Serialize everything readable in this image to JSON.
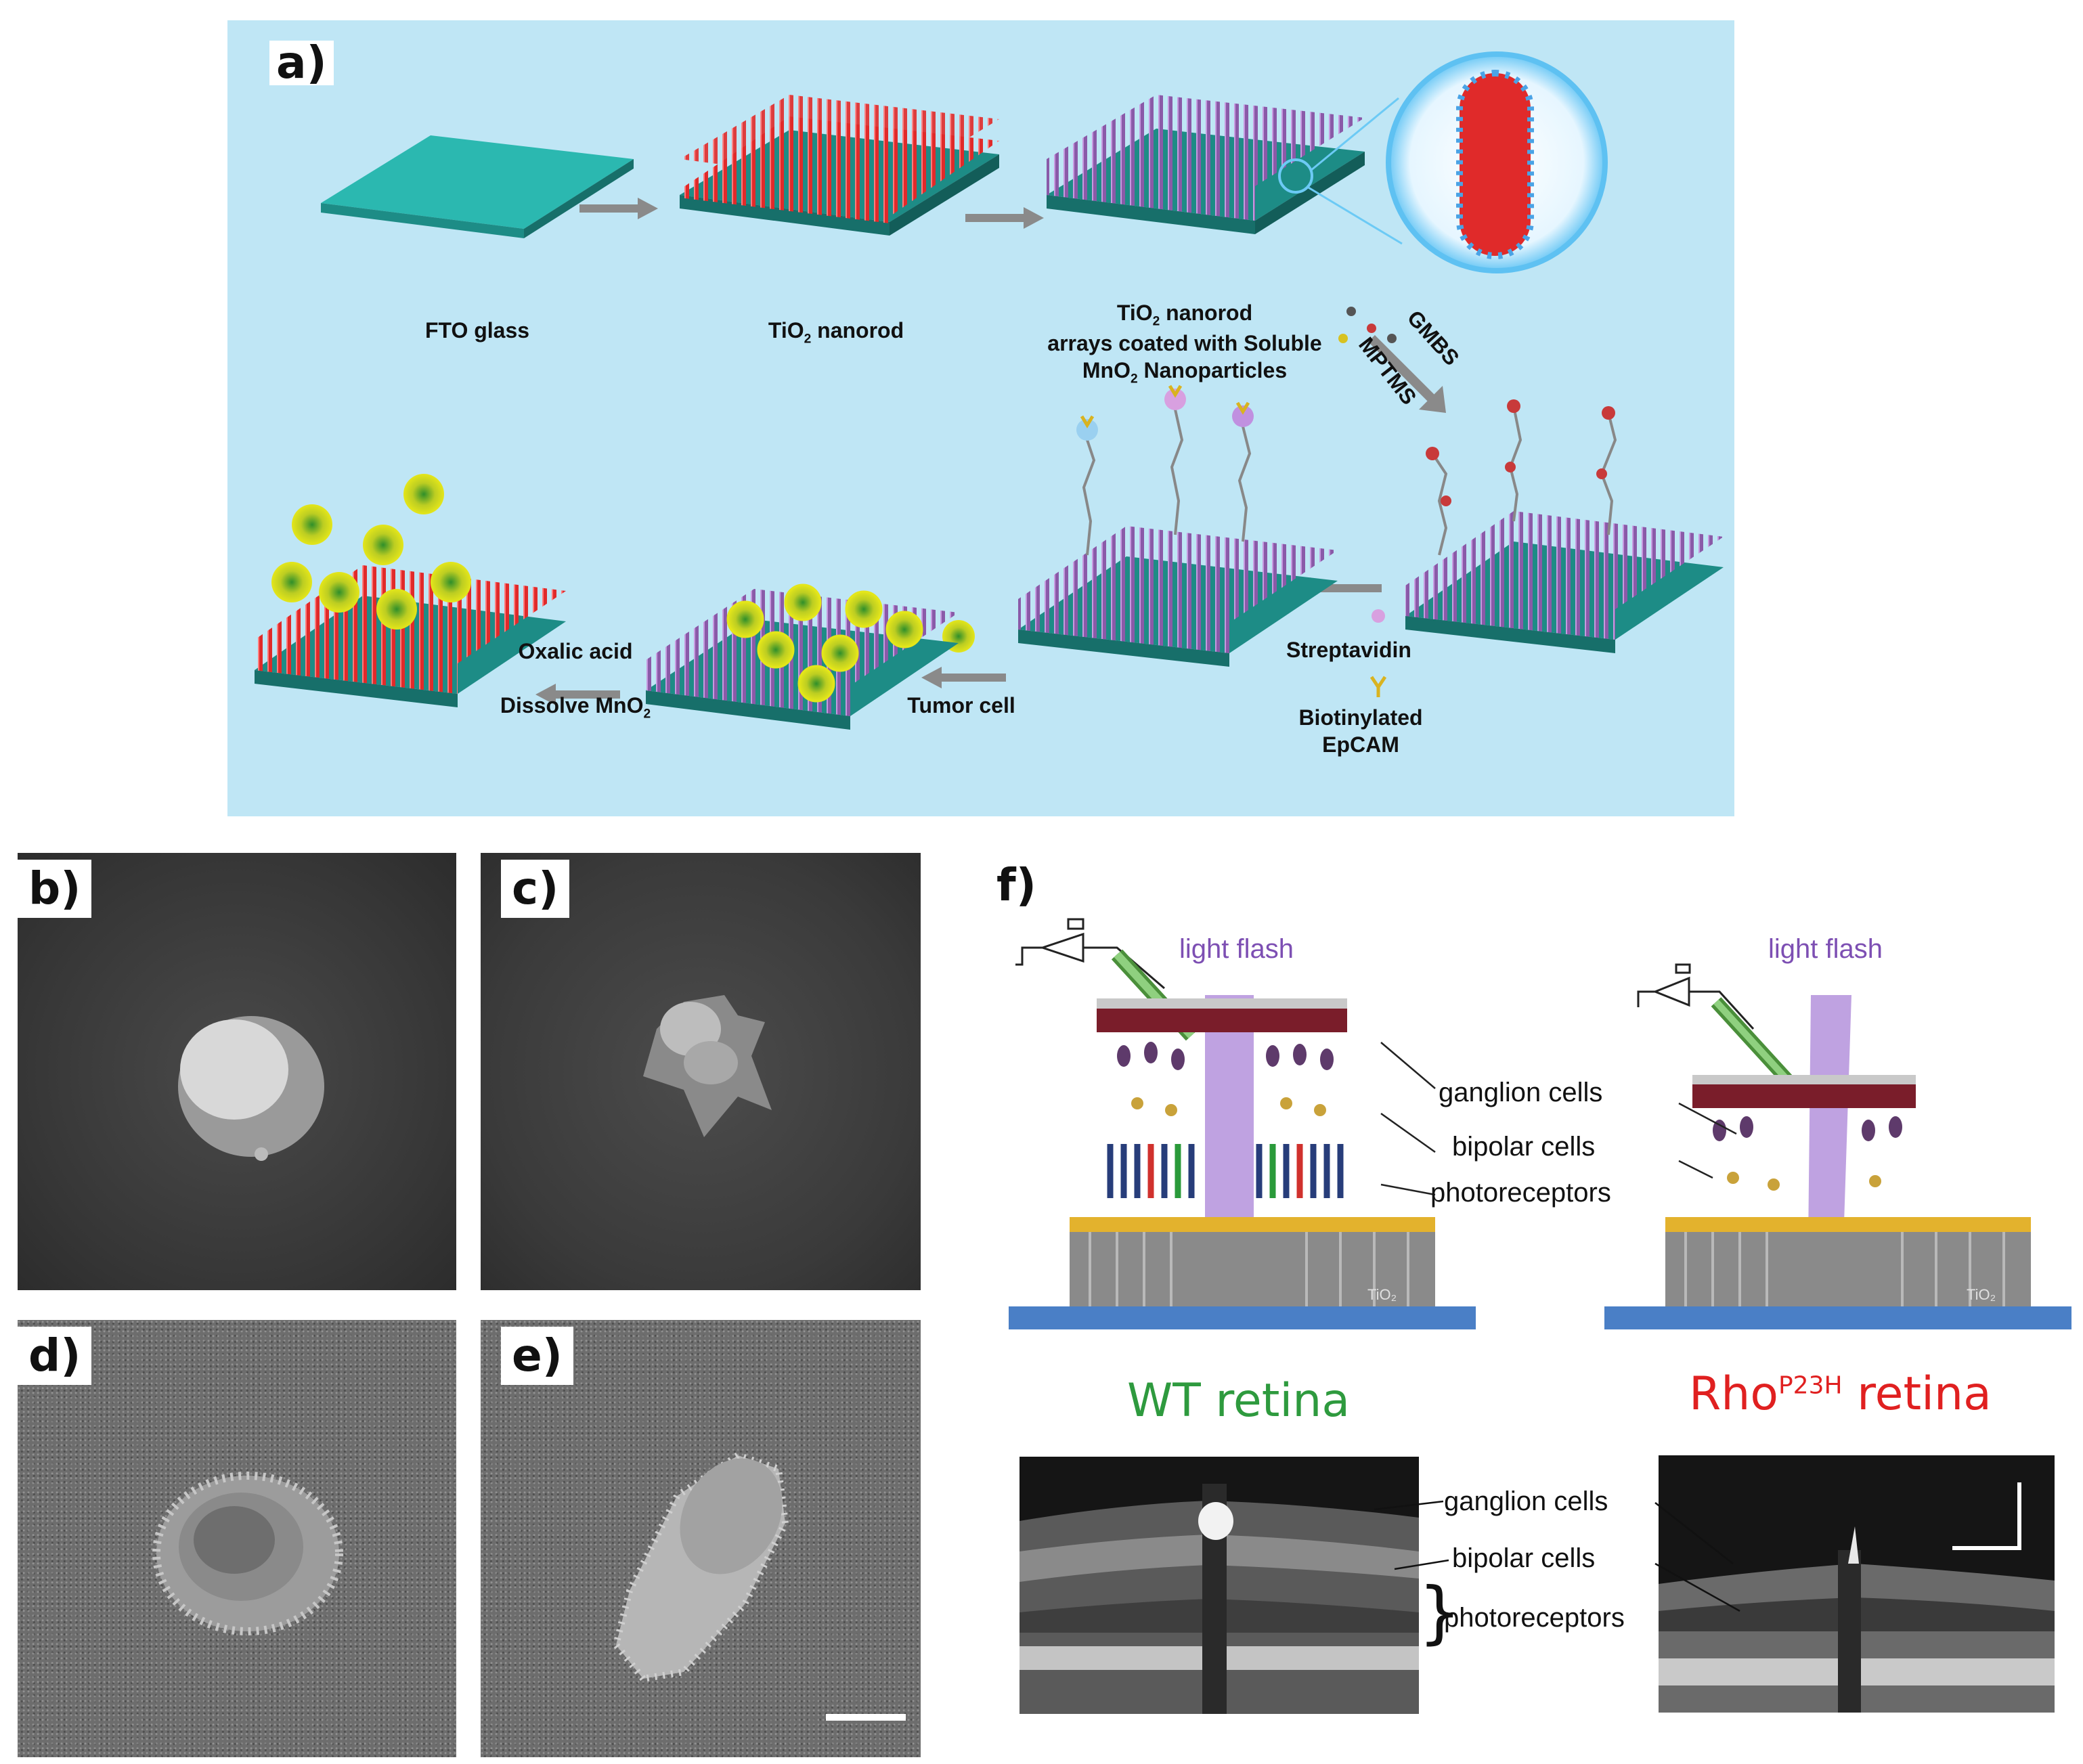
{
  "panels": {
    "a": "a)",
    "b": "b)",
    "c": "c)",
    "d": "d)",
    "e": "e)",
    "f": "f)"
  },
  "panel_a": {
    "fto_glass": "FTO glass",
    "tio2_nanorod_prefix": "TiO",
    "tio2_nanorod_sub": "2",
    "tio2_nanorod_suffix": " nanorod",
    "coated_line1_prefix": "TiO",
    "coated_line1_sub": "2",
    "coated_line1_suffix": " nanorod",
    "coated_line2": "arrays coated with Soluble",
    "coated_line3_prefix": "MnO",
    "coated_line3_sub": "2",
    "coated_line3_suffix": " Nanoparticles",
    "gmbs": "GMBS",
    "mptms": "MPTMS",
    "streptavidin": "Streptavidin",
    "biotinylated": "Biotinylated",
    "epcam": "EpCAM",
    "tumor_cell": "Tumor cell",
    "oxalic_acid": "Oxalic acid",
    "dissolve_prefix": "Dissolve MnO",
    "dissolve_sub": "2",
    "colors": {
      "background": "#bfe6f5",
      "glass": "#2bb8b0",
      "tio2": "#e02a2a",
      "coated": "#8a5aa8",
      "cell": "#c8d11a"
    }
  },
  "panel_f": {
    "light_flash_left": "light flash",
    "light_flash_right": "light flash",
    "ganglion_cells": "ganglion cells",
    "bipolar_cells": "bipolar cells",
    "photoreceptors": "photoreceptors",
    "tio2_left": "TiO₂",
    "tio2_right": "TiO₂",
    "wt_retina": "WT retina",
    "rho_prefix": "Rho",
    "rho_sup": "P23H",
    "rho_suffix": " retina",
    "oct_ganglion": "ganglion cells",
    "oct_bipolar": "bipolar cells",
    "oct_photoreceptors": "photoreceptors",
    "colors": {
      "wt": "#2e9a3e",
      "rho": "#e02020",
      "flash": "#8a55c8",
      "substrate": "#4a7fc6",
      "gold": "#e3b22d"
    }
  }
}
